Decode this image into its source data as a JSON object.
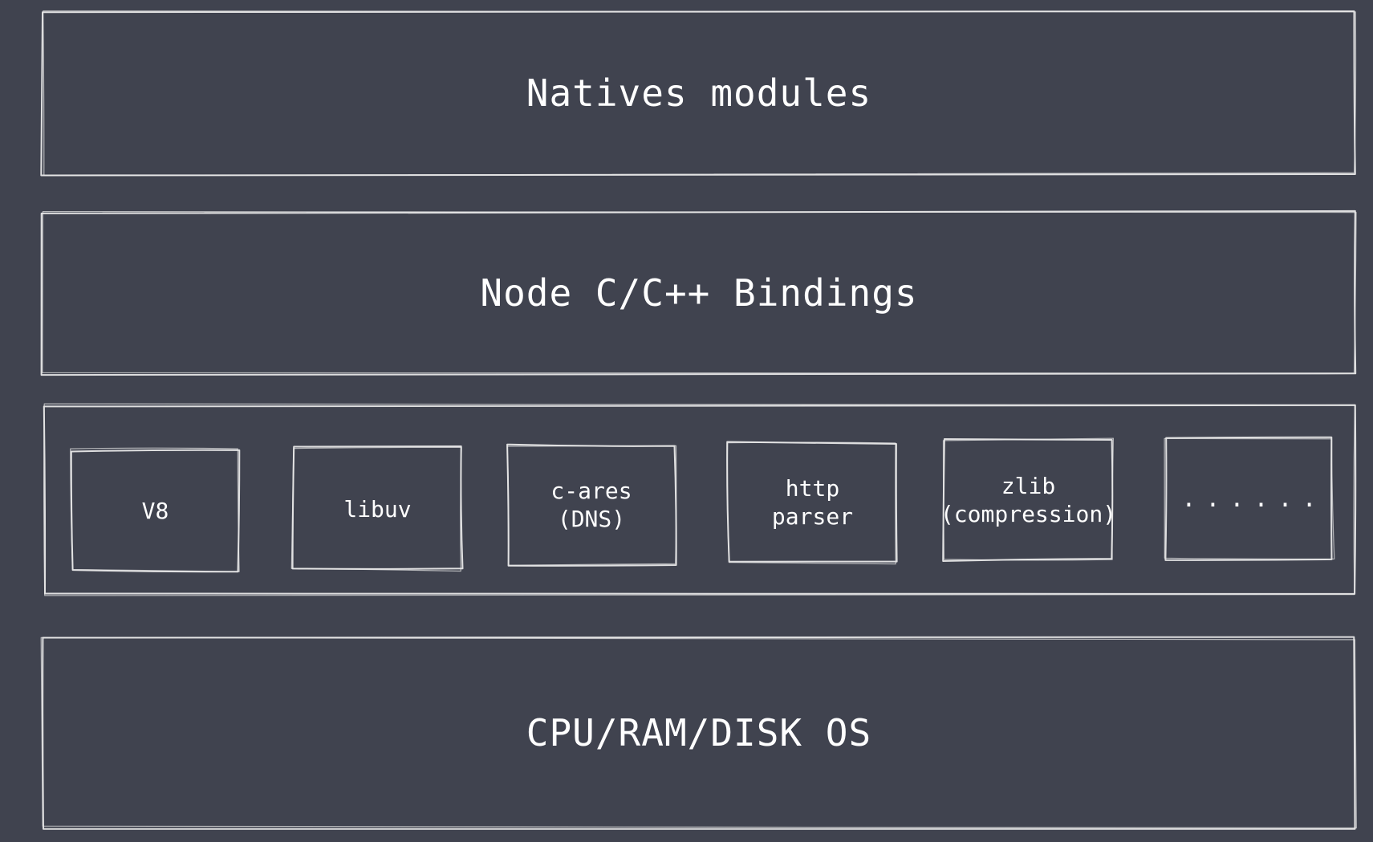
{
  "colors": {
    "background": "#40434f",
    "stroke": "#e8e8e8",
    "text": "#ffffff"
  },
  "layers": [
    {
      "id": "natives",
      "label": "Natives modules"
    },
    {
      "id": "bindings",
      "label": "Node C/C++ Bindings"
    },
    {
      "id": "dependencies",
      "label": ""
    },
    {
      "id": "os",
      "label": "CPU/RAM/DISK OS"
    }
  ],
  "dependencies": [
    {
      "lines": [
        "V8"
      ]
    },
    {
      "lines": [
        "libuv"
      ]
    },
    {
      "lines": [
        "c-ares",
        "(DNS)"
      ]
    },
    {
      "lines": [
        "http",
        "parser"
      ]
    },
    {
      "lines": [
        "zlib",
        "(compression)"
      ]
    },
    {
      "lines": [
        "......"
      ]
    }
  ]
}
